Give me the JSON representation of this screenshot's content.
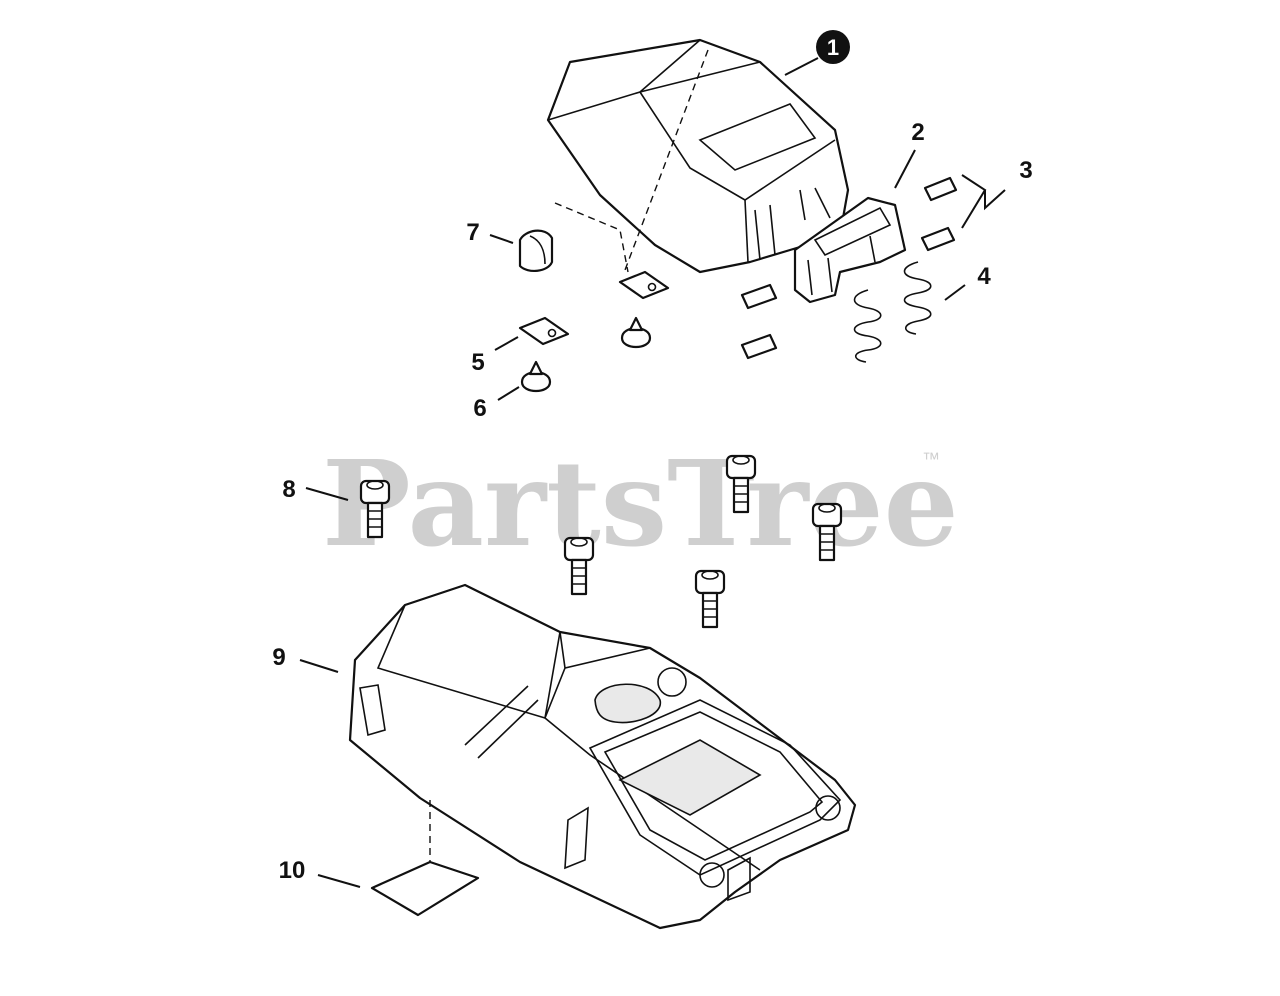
{
  "watermark": {
    "text": "PartsTree",
    "trademark": "™"
  },
  "callouts": [
    {
      "id": "1",
      "label": "1",
      "style": "filled-circle"
    },
    {
      "id": "2",
      "label": "2"
    },
    {
      "id": "3",
      "label": "3"
    },
    {
      "id": "4",
      "label": "4"
    },
    {
      "id": "5",
      "label": "5"
    },
    {
      "id": "6",
      "label": "6"
    },
    {
      "id": "7",
      "label": "7"
    },
    {
      "id": "8",
      "label": "8"
    },
    {
      "id": "9",
      "label": "9"
    },
    {
      "id": "10",
      "label": "10"
    }
  ],
  "colors": {
    "line": "#111111",
    "watermark": "#cfcfcf",
    "background": "#ffffff"
  }
}
